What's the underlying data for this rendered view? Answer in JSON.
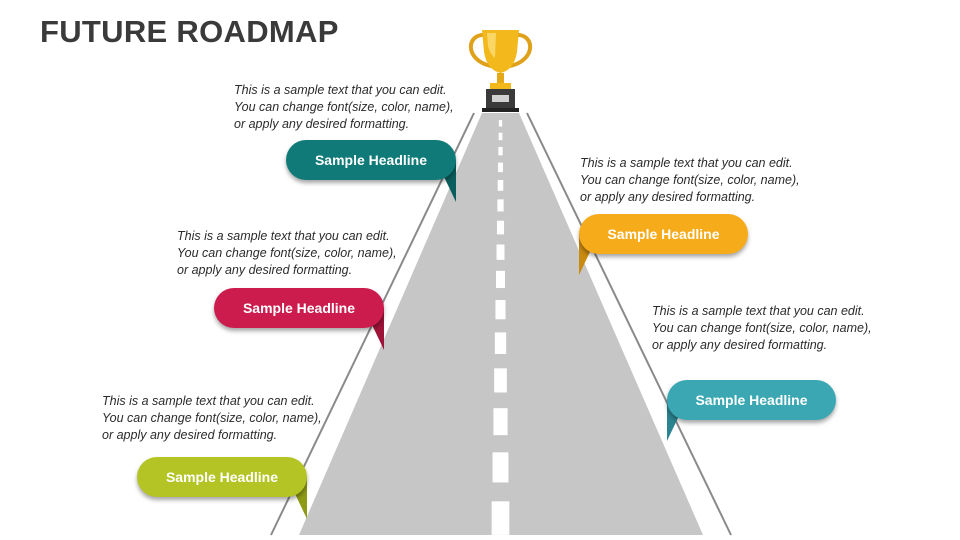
{
  "title": "FUTURE ROADMAP",
  "milestones": [
    {
      "headline": "Sample Headline",
      "color": "#0f7a78",
      "text": [
        "This is a sample text that you can edit.",
        "You can change font(size, color, name),",
        "or apply any desired formatting."
      ]
    },
    {
      "headline": "Sample Headline",
      "color": "#f6ab1a",
      "text": [
        "This is a sample text that you can edit.",
        "You can change font(size, color, name),",
        "or apply any desired formatting."
      ]
    },
    {
      "headline": "Sample Headline",
      "color": "#cc1c4e",
      "text": [
        "This is a sample text that you can edit.",
        "You can change font(size, color, name),",
        "or apply any desired formatting."
      ]
    },
    {
      "headline": "Sample Headline",
      "color": "#3aa7b3",
      "text": [
        "This is a sample text that you can edit.",
        "You can change font(size, color, name),",
        "or apply any desired formatting."
      ]
    },
    {
      "headline": "Sample Headline",
      "color": "#b4c425",
      "text": [
        "This is a sample text that you can edit.",
        "You can change font(size, color, name),",
        "or apply any desired formatting."
      ]
    }
  ],
  "road_color": "#c6c6c6",
  "trophy_color": "#f2b81c"
}
